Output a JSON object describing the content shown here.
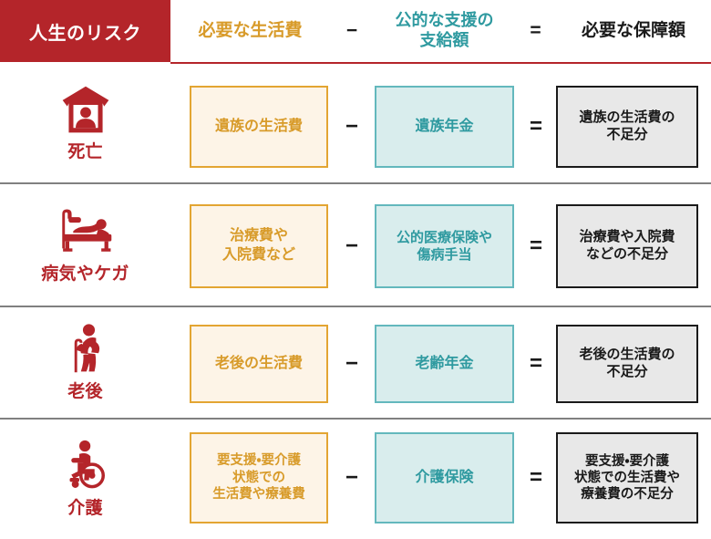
{
  "header": {
    "risk_label": "人生のリスク",
    "need_label": "必要な生活費",
    "minus_symbol": "−",
    "public_label_line1": "公的な支援の",
    "public_label_line2": "支給額",
    "equal_symbol": "=",
    "result_label": "必要な保障額",
    "colors": {
      "risk_bg": "#b4252a",
      "need_text": "#d89b2a",
      "public_text": "#2f9aa0",
      "result_text": "#1a1a1a"
    }
  },
  "rows": [
    {
      "icon_name": "death-house-person-icon",
      "risk_name": "死亡",
      "need_lines": [
        "遺族の生活費"
      ],
      "minus_symbol": "−",
      "public_lines": [
        "遺族年金"
      ],
      "equal_symbol": "=",
      "result_lines": [
        "遺族の生活費の",
        "不足分"
      ]
    },
    {
      "icon_name": "illness-hospital-bed-icon",
      "risk_name": "病気やケガ",
      "need_lines": [
        "治療費や",
        "入院費など"
      ],
      "minus_symbol": "−",
      "public_lines": [
        "公的医療保険や",
        "傷病手当"
      ],
      "equal_symbol": "=",
      "result_lines": [
        "治療費や入院費",
        "などの不足分"
      ]
    },
    {
      "icon_name": "old-age-elderly-cane-icon",
      "risk_name": "老後",
      "need_lines": [
        "老後の生活費"
      ],
      "minus_symbol": "−",
      "public_lines": [
        "老齢年金"
      ],
      "equal_symbol": "=",
      "result_lines": [
        "老後の生活費の",
        "不足分"
      ]
    },
    {
      "icon_name": "nursing-care-wheelchair-icon",
      "risk_name": "介護",
      "need_lines": [
        "要支援・要介護",
        "状態での",
        "生活費や療養費"
      ],
      "minus_symbol": "−",
      "public_lines": [
        "介護保険"
      ],
      "equal_symbol": "=",
      "result_lines": [
        "要支援・要介護",
        "状態での生活費や",
        "療養費の不足分"
      ]
    }
  ],
  "palette": {
    "brand_red": "#b4252a",
    "need_box_bg": "#fdf4e7",
    "need_box_border": "#e3a532",
    "public_box_bg": "#d9eded",
    "public_box_border": "#63b8bd",
    "result_box_bg": "#e8e8e8",
    "result_box_border": "#1a1a1a",
    "divider": "#808080"
  }
}
